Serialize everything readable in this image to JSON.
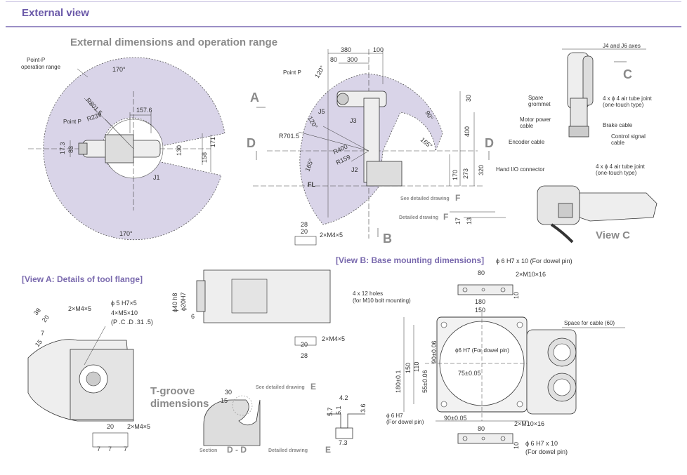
{
  "header": {
    "title": "External view"
  },
  "titles": {
    "external": "External dimensions and operation range",
    "view_a": "[View A: Details of tool flange]",
    "view_b": "[View B: Base mounting dimensions]",
    "tgroove_1": "T-groove",
    "tgroove_2": "dimensions",
    "view_c": "View C"
  },
  "plan_view": {
    "range_label_1": "Point-P",
    "range_label_2": "operation range",
    "angle_top": "170°",
    "angle_bottom": "170°",
    "r_outer": "R801.5",
    "r_inner": "R239",
    "point_p": "Point P",
    "d_157_6": "157.6",
    "d_83": "83",
    "d_17_3": "17.3",
    "d_130": "130",
    "d_158": "158",
    "d_171": "171",
    "j1": "J1"
  },
  "side_view": {
    "d_380": "380",
    "d_100": "100",
    "d_80": "80",
    "d_300": "300",
    "point_p": "Point P",
    "angle_120a": "120°",
    "angle_120b": "120°",
    "angle_90": "90°",
    "angle_165a": "165°",
    "angle_165b": "165°",
    "r_701_5": "R701.5",
    "r_400": "R400",
    "r_159": "R159",
    "j2": "J2",
    "j3": "J3",
    "j5": "J5",
    "d_30": "30",
    "d_400": "400",
    "d_320": "320",
    "d_273": "273",
    "d_170": "170",
    "fl": "FL",
    "see_f": "See detailed drawing",
    "letter_f": "F",
    "detail_f": "Detailed drawing",
    "d_17": "17",
    "d_13": "13",
    "letter_a": "A",
    "letter_b": "B",
    "letter_d_left": "D",
    "letter_d_right": "D"
  },
  "view_c": {
    "j4j6": "J4 and J6 axes",
    "letter_c": "C",
    "spare_1": "Spare",
    "spare_2": "grommet",
    "air_1": "4 x  ϕ 4 air tube joint",
    "air_2": "(one-touch type)",
    "motor_1": "Motor power",
    "motor_2": "cable",
    "brake": "Brake cable",
    "encoder": "Encoder cable",
    "control_1": "Control signal",
    "control_2": "cable",
    "hand_io": "Hand I/O connector",
    "air2_1": "4 x  ϕ 4 air tube joint",
    "air2_2": "(one-touch type)"
  },
  "tool_flange": {
    "d_28a": "28",
    "d_20a": "20",
    "m4_top": "2×M4×5",
    "d_40": "ϕ40 h8",
    "d_20h7": "ϕ20H7",
    "d_6": "6",
    "m4_mid": "2×M4×5",
    "d_20b": "20",
    "d_28b": "28",
    "d_38": "38",
    "d_20c": "20",
    "d_7a": "7",
    "d_15": "15",
    "m4_left": "2×M4×5",
    "phi5": "ϕ 5 H7×5",
    "m5_1": "4×M5×10",
    "m5_2": "(P .C .D .31 .5)",
    "d_20d": "20",
    "m4_bottom": "2×M4×5",
    "d_7b": "7",
    "d_7c": "7",
    "d_7d": "7"
  },
  "tgroove": {
    "d_30": "30",
    "d_15": "15",
    "see_e": "See detailed drawing",
    "letter_e": "E",
    "section": "Section",
    "section_dd": "D - D",
    "detail_e": "Detailed drawing",
    "d_4_2": "4.2",
    "d_5_7": "5.7",
    "d_5_1": "5.1",
    "d_3_6": "3.6",
    "d_7_3": "7.3"
  },
  "base": {
    "dowel_top": "ϕ 6 H7 x 10 (For dowel pin)",
    "d_80a": "80",
    "m10_top": "2×M10×16",
    "d_10a": "10",
    "holes_1": "4 x 12 holes",
    "holes_2": "(for M10 bolt mounting)",
    "d_180": "180",
    "d_150": "150",
    "cable_space": "Space for cable (60)",
    "d_phi6": "ϕ6 H7 (For dowel pin)",
    "d_75": "75±0.05",
    "d_90v": "90±0.06",
    "d_55v": "55±0.06",
    "d_180_v": "180±0.1",
    "d_150v": "150",
    "d_110": "110",
    "phi6_1": "ϕ 6 H7",
    "phi6_2": "(For dowel pin)",
    "d_90h": "90±0.05",
    "d_80b": "80",
    "m10_bottom": "2×M10×16",
    "d_10b": "10",
    "dowel_b1": "ϕ 6 H7 x 10",
    "dowel_b2": "(For dowel pin)"
  }
}
